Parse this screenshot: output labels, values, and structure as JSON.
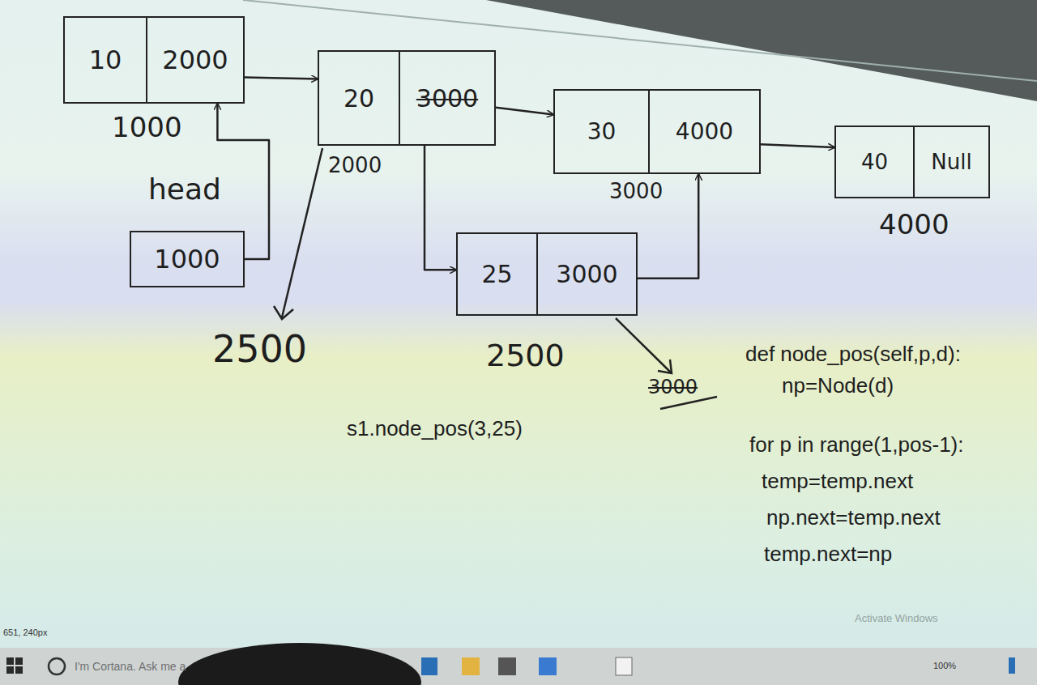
{
  "diagram": {
    "nodes": [
      {
        "text": [
          "10",
          "2000"
        ]
      },
      {
        "text": [
          "20",
          "3000"
        ]
      },
      {
        "text": [
          "30",
          "4000"
        ]
      },
      {
        "text": [
          "40",
          "Null"
        ]
      },
      {
        "text": [
          "25",
          "3000"
        ]
      },
      {
        "text": [
          "1000"
        ]
      }
    ],
    "edges": [
      {
        "from": 0,
        "to": 1,
        "arrow": "to"
      },
      {
        "from": 1,
        "to": 2,
        "arrow": "to"
      },
      {
        "from": 2,
        "to": 3,
        "arrow": "to"
      },
      {
        "from": 1,
        "to": 4,
        "arrow": "to"
      },
      {
        "from": 4,
        "to": 2,
        "arrow": "to"
      },
      {
        "from": 5,
        "to": 0,
        "arrow": "to"
      }
    ],
    "labels": [
      "1000",
      "head",
      "2000",
      "3000",
      "4000",
      "2500",
      "2500",
      "3000",
      "s1.node_pos(3,25)",
      "def node_pos(self,p,d):",
      "np=Node(d)",
      "for p in range(1,pos-1):",
      "temp=temp.next",
      "np.next=temp.next",
      "temp.next=np",
      "651, 240px",
      "I'm Cortana. Ask me a",
      "100%",
      "Activate Windows"
    ]
  }
}
